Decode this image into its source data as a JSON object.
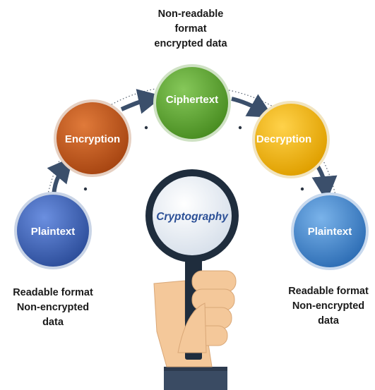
{
  "diagram": {
    "nodes": {
      "plaintext_in": "Plaintext",
      "encryption": "Encryption",
      "ciphertext": "Ciphertext",
      "decryption": "Decryption",
      "plaintext_out": "Plaintext"
    },
    "center_label": "Cryptography",
    "captions": {
      "top": [
        "Non-readable",
        "format",
        "encrypted data"
      ],
      "left": [
        "Readable format",
        "Non-encrypted",
        "data"
      ],
      "right": [
        "Readable format",
        "Non-encrypted",
        "data"
      ]
    },
    "colors": {
      "plaintext_in": "#3a62b8",
      "encryption": "#c85a1b",
      "ciphertext": "#62aa36",
      "decryption": "#f2b70c",
      "plaintext_out": "#4488cc",
      "arrow": "#3b4f6b",
      "magnifier_frame": "#1f2d3d",
      "lens": "#eef3f8",
      "hand": "#f4c89a",
      "sleeve": "#3a4b63",
      "center_text": "#2b4f96"
    }
  }
}
